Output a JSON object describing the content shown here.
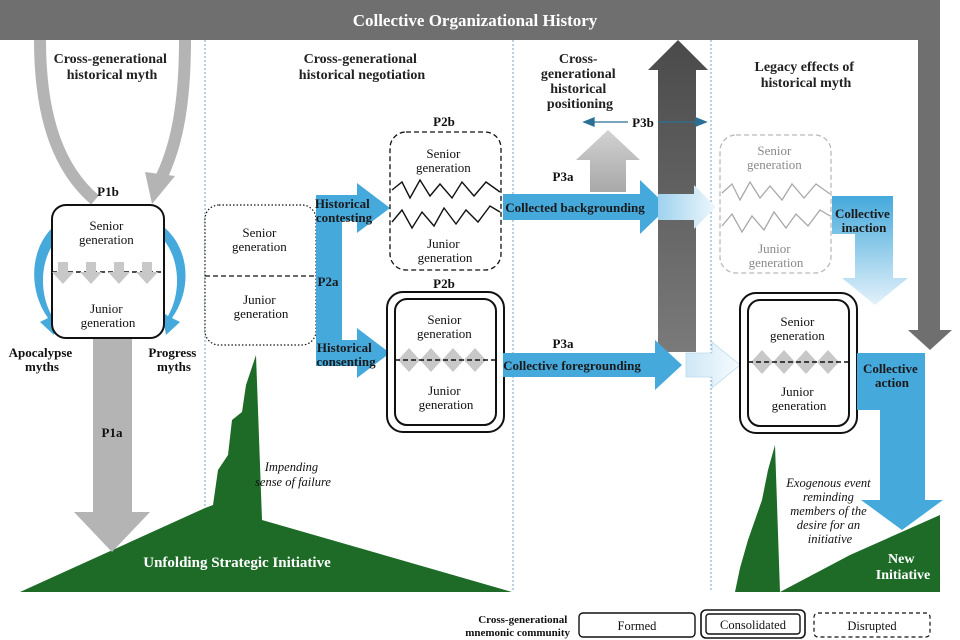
{
  "title": "Collective Organizational History",
  "columns": {
    "col1": [
      "Cross-generational",
      "historical myth"
    ],
    "col2": [
      "Cross-generational",
      "historical negotiation"
    ],
    "col3": [
      "Cross-",
      "generational",
      "historical",
      "positioning"
    ],
    "col4": [
      "Legacy effects of",
      "historical myth"
    ]
  },
  "props": {
    "p1a": "P1a",
    "p1b": "P1b",
    "p2a": "P2a",
    "p2b": "P2b",
    "p3a": "P3a",
    "p3b": "P3b"
  },
  "generations": {
    "senior": "Senior",
    "junior": "Junior",
    "gen": "generation"
  },
  "myths": {
    "apocalypse": [
      "Apocalypse",
      "myths"
    ],
    "progress": [
      "Progress",
      "myths"
    ]
  },
  "arrows": {
    "contesting": [
      "Historical",
      "contesting"
    ],
    "consenting": [
      "Historical",
      "consenting"
    ],
    "backgrounding": "Collected backgrounding",
    "foregrounding": "Collective foregrounding",
    "inaction": [
      "Collective",
      "inaction"
    ],
    "action": [
      "Collective",
      "action"
    ]
  },
  "annotations": {
    "failure": [
      "Impending",
      "sense of failure"
    ],
    "exogenous": [
      "Exogenous event",
      "reminding",
      "members of the",
      "desire for an",
      "initiative"
    ]
  },
  "ground": {
    "unfolding": "Unfolding Strategic Initiative",
    "new_initiative": [
      "New",
      "Initiative"
    ]
  },
  "legend": {
    "title": [
      "Cross-generational",
      "mnemonic community"
    ],
    "formed": "Formed",
    "consolidated": "Consolidated",
    "disrupted": "Disrupted"
  },
  "colors": {
    "banner": "#6f6f6f",
    "blue": "#45a9dc",
    "green": "#1e6b28",
    "gray_arrow": "#b4b4b4",
    "dark_arrow": "#5e5e5e"
  }
}
